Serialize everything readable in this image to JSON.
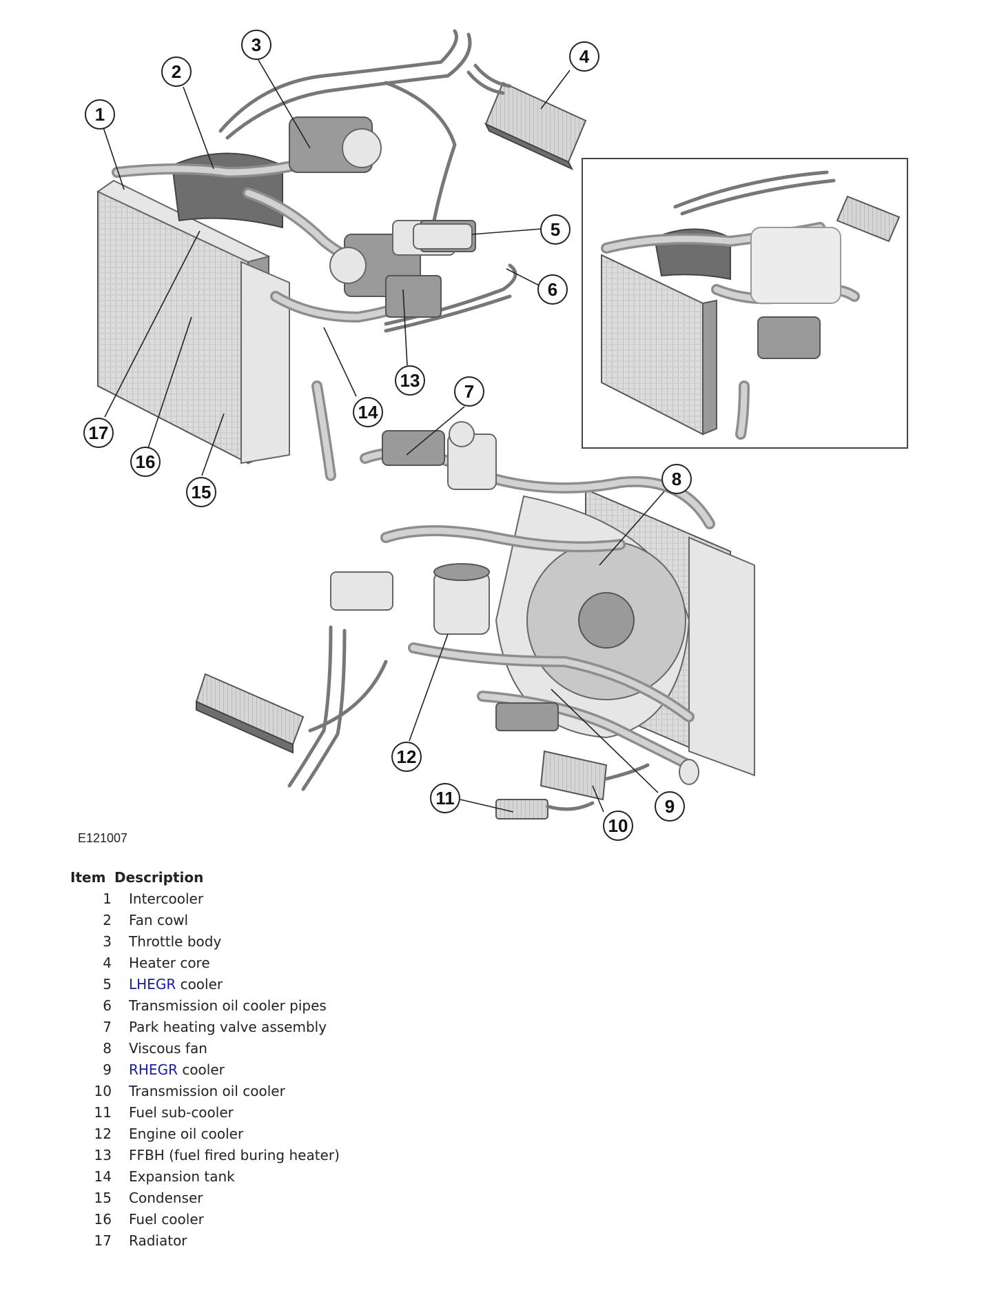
{
  "figure": {
    "id": "E121007",
    "callouts": [
      "1",
      "2",
      "3",
      "4",
      "5",
      "6",
      "7",
      "8",
      "9",
      "10",
      "11",
      "12",
      "13",
      "14",
      "15",
      "16",
      "17"
    ]
  },
  "legend": {
    "header_item": "Item",
    "header_desc": "Description",
    "items": [
      {
        "num": "1",
        "prefix": "",
        "text": "Intercooler"
      },
      {
        "num": "2",
        "prefix": "",
        "text": "Fan cowl"
      },
      {
        "num": "3",
        "prefix": "",
        "text": "Throttle body"
      },
      {
        "num": "4",
        "prefix": "",
        "text": "Heater core"
      },
      {
        "num": "5",
        "prefix": "LHEGR",
        "text": " cooler"
      },
      {
        "num": "6",
        "prefix": "",
        "text": "Transmission oil cooler pipes"
      },
      {
        "num": "7",
        "prefix": "",
        "text": "Park heating valve assembly"
      },
      {
        "num": "8",
        "prefix": "",
        "text": "Viscous fan"
      },
      {
        "num": "9",
        "prefix": "RHEGR",
        "text": " cooler"
      },
      {
        "num": "10",
        "prefix": "",
        "text": "Transmission oil cooler"
      },
      {
        "num": "11",
        "prefix": "",
        "text": "Fuel sub-cooler"
      },
      {
        "num": "12",
        "prefix": "",
        "text": "Engine oil cooler"
      },
      {
        "num": "13",
        "prefix": "",
        "text": "FFBH (fuel fired buring heater)"
      },
      {
        "num": "14",
        "prefix": "",
        "text": "Expansion tank"
      },
      {
        "num": "15",
        "prefix": "",
        "text": "Condenser"
      },
      {
        "num": "16",
        "prefix": "",
        "text": "Fuel cooler"
      },
      {
        "num": "17",
        "prefix": "",
        "text": "Radiator"
      }
    ]
  }
}
